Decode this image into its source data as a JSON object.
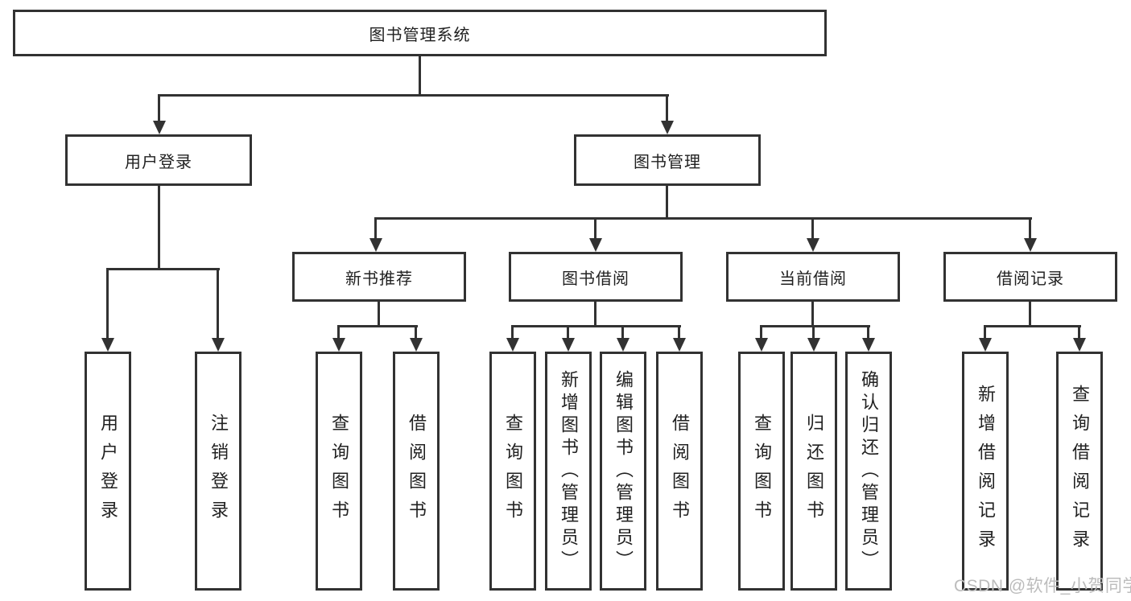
{
  "tree": {
    "label": "图书管理系统",
    "children": [
      {
        "label": "用户登录",
        "children": [
          {
            "label": "用户登录"
          },
          {
            "label": "注销登录"
          }
        ]
      },
      {
        "label": "图书管理",
        "children": [
          {
            "label": "新书推荐",
            "children": [
              {
                "label": "查询图书"
              },
              {
                "label": "借阅图书"
              }
            ]
          },
          {
            "label": "图书借阅",
            "children": [
              {
                "label": "查询图书"
              },
              {
                "label": "新增图书（管理员）"
              },
              {
                "label": "编辑图书（管理员）"
              },
              {
                "label": "借阅图书"
              }
            ]
          },
          {
            "label": "当前借阅",
            "children": [
              {
                "label": "查询图书"
              },
              {
                "label": "归还图书"
              },
              {
                "label": "确认归还（管理员）"
              }
            ]
          },
          {
            "label": "借阅记录",
            "children": [
              {
                "label": "新增借阅记录"
              },
              {
                "label": "查询借阅记录"
              }
            ]
          }
        ]
      }
    ]
  },
  "watermark": {
    "text": "CSDN @软件_小贺同学"
  },
  "colors": {
    "line": "#323232",
    "text": "#212121",
    "background": "#ffffff",
    "watermark": "#bcbcbc"
  }
}
